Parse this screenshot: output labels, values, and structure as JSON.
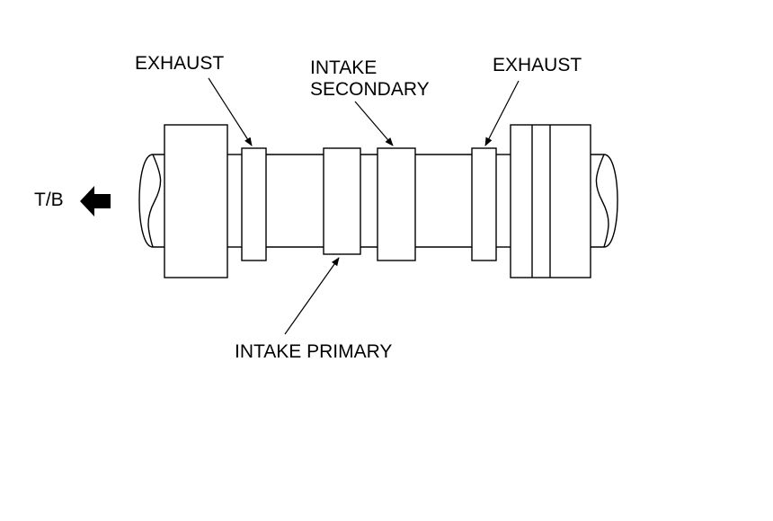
{
  "labels": {
    "exhaust_left": "EXHAUST",
    "intake_secondary_line1": "INTAKE",
    "intake_secondary_line2": "SECONDARY",
    "exhaust_right": "EXHAUST",
    "intake_primary": "INTAKE PRIMARY",
    "direction": "T/B"
  },
  "icons": {
    "direction_arrow": "arrow-left-icon"
  },
  "colors": {
    "stroke": "#000000",
    "background": "#ffffff"
  }
}
